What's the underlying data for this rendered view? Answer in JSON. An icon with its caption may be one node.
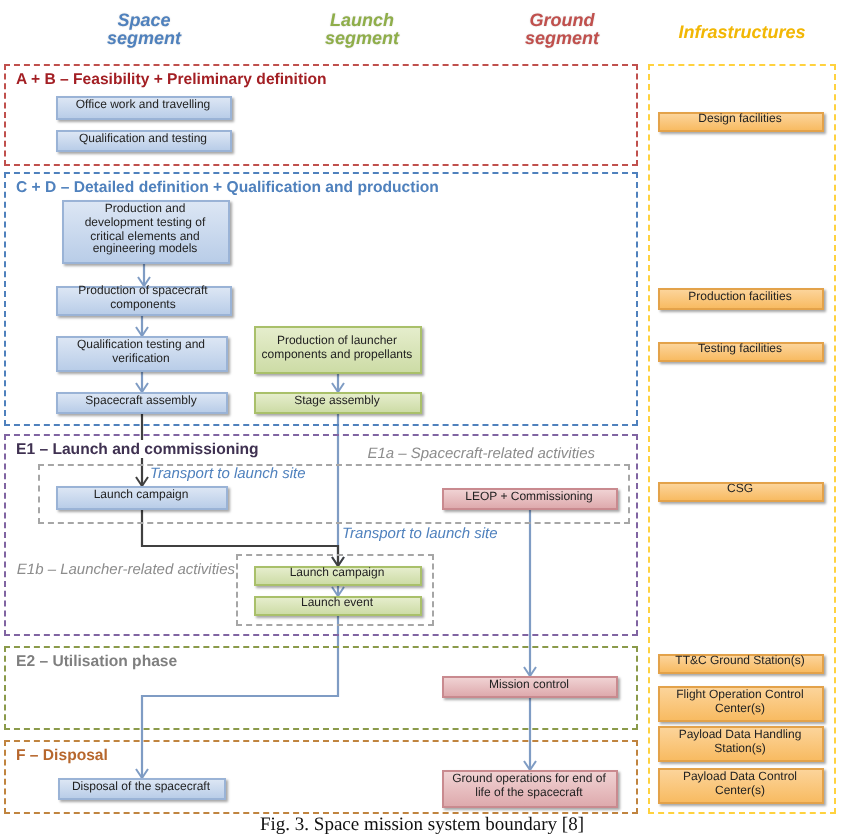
{
  "diagram": {
    "caption": "Fig. 3. Space mission system boundary [8]",
    "nodes": [
      {
        "text": [
          "A + B – Feasibility + Preliminary definition"
        ]
      },
      {
        "text": [
          "Office work and travelling"
        ],
        "in": 0
      },
      {
        "text": [
          "Qualification and testing"
        ],
        "in": 0
      },
      {
        "text": [
          "C + D – Detailed definition + Qualification and production"
        ]
      },
      {
        "text": [
          "Production and development testing of critical elements and engineering models"
        ],
        "in": 3
      },
      {
        "text": [
          "Production of spacecraft components"
        ],
        "in": 3
      },
      {
        "text": [
          "Qualification testing and verification"
        ],
        "in": 3
      },
      {
        "text": [
          "Production of launcher components and propellants"
        ],
        "in": 3
      },
      {
        "text": [
          "Spacecraft assembly"
        ],
        "in": 3
      },
      {
        "text": [
          "Stage assembly"
        ],
        "in": 3
      },
      {
        "text": [
          "E1 – Launch and commissioning"
        ]
      },
      {
        "text": [
          "E1a – Spacecraft-related activities"
        ],
        "in": 10
      },
      {
        "text": [
          "Launch campaign"
        ],
        "in": 11
      },
      {
        "text": [
          "LEOP + Commissioning"
        ],
        "in": 11
      },
      {
        "text": [
          "E1b – Launcher-related activities"
        ],
        "in": 10
      },
      {
        "text": [
          "Launch campaign"
        ],
        "in": 14
      },
      {
        "text": [
          "Launch event"
        ],
        "in": 14
      },
      {
        "text": [
          "E2 – Utilisation phase"
        ]
      },
      {
        "text": [
          "Mission control"
        ],
        "in": 17
      },
      {
        "text": [
          "F – Disposal"
        ]
      },
      {
        "text": [
          "Disposal of the spacecraft"
        ],
        "in": 19
      },
      {
        "text": [
          "Ground operations for end of life of the spacecraft"
        ],
        "in": 19
      },
      {
        "text": [
          "Infrastructures"
        ]
      },
      {
        "text": [
          "Design facilities"
        ],
        "in": 22
      },
      {
        "text": [
          "Production facilities"
        ],
        "in": 22
      },
      {
        "text": [
          "Testing facilities"
        ],
        "in": 22
      },
      {
        "text": [
          "CSG"
        ],
        "in": 22
      },
      {
        "text": [
          "TT&C Ground Station(s)"
        ],
        "in": 22
      },
      {
        "text": [
          "Flight Operation Control Center(s)"
        ],
        "in": 22
      },
      {
        "text": [
          "Payload Data Handling Station(s)"
        ],
        "in": 22
      },
      {
        "text": [
          "Payload Data Control Center(s)"
        ],
        "in": 22
      }
    ],
    "edges": [
      {
        "from": 4,
        "to": 5,
        "arrow": "to"
      },
      {
        "from": 5,
        "to": 6,
        "arrow": "to"
      },
      {
        "from": 6,
        "to": 8,
        "arrow": "to"
      },
      {
        "from": 7,
        "to": 9,
        "arrow": "to"
      },
      {
        "from": 8,
        "to": 12,
        "arrow": "to",
        "label": "Transport to launch site",
        "color": "#404040"
      },
      {
        "from": 9,
        "to": 15,
        "arrow": "to",
        "label": "Transport to launch site"
      },
      {
        "from": 12,
        "to": 15,
        "arrow": "to",
        "color": "#404040"
      },
      {
        "from": 15,
        "to": 16,
        "arrow": "to"
      },
      {
        "from": 16,
        "to": 20,
        "arrow": "to"
      },
      {
        "from": 13,
        "to": 18,
        "arrow": "to"
      },
      {
        "from": 18,
        "to": 21,
        "arrow": "to"
      }
    ],
    "labels": [
      "Space segment",
      "Launch segment",
      "Ground segment"
    ]
  }
}
